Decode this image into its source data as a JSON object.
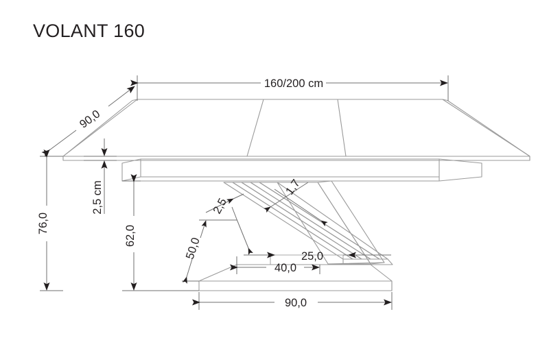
{
  "title": "VOLANT 160",
  "product": {
    "name": "VOLANT 160"
  },
  "colors": {
    "outline": "#8d8d8d",
    "dimension": "#6f6f6f",
    "text": "#231f20",
    "background": "#ffffff"
  },
  "dimensions": {
    "width_top": "160/200 cm",
    "depth": "90,0",
    "total_height": "76,0",
    "top_thickness": "2,5 cm",
    "under_top_height": "62,0",
    "base_depth": "50,0",
    "base_width": "90,0",
    "leg_thickness": "1,7",
    "leg_gap": "2,5",
    "foot_inner": "25,0",
    "foot_outer": "40,0"
  },
  "labels": [
    {
      "id": "width-top",
      "value": "160/200 cm"
    },
    {
      "id": "depth",
      "value": "90,0"
    },
    {
      "id": "total-height",
      "value": "76,0"
    },
    {
      "id": "top-thickness",
      "value": "2,5 cm"
    },
    {
      "id": "under-top",
      "value": "62,0"
    },
    {
      "id": "base-depth",
      "value": "50,0"
    },
    {
      "id": "leg-thickness",
      "value": "1,7"
    },
    {
      "id": "leg-gap",
      "value": "2,5"
    },
    {
      "id": "foot-inner",
      "value": "25,0"
    },
    {
      "id": "foot-outer",
      "value": "40,0"
    },
    {
      "id": "base-width",
      "value": "90,0"
    }
  ]
}
